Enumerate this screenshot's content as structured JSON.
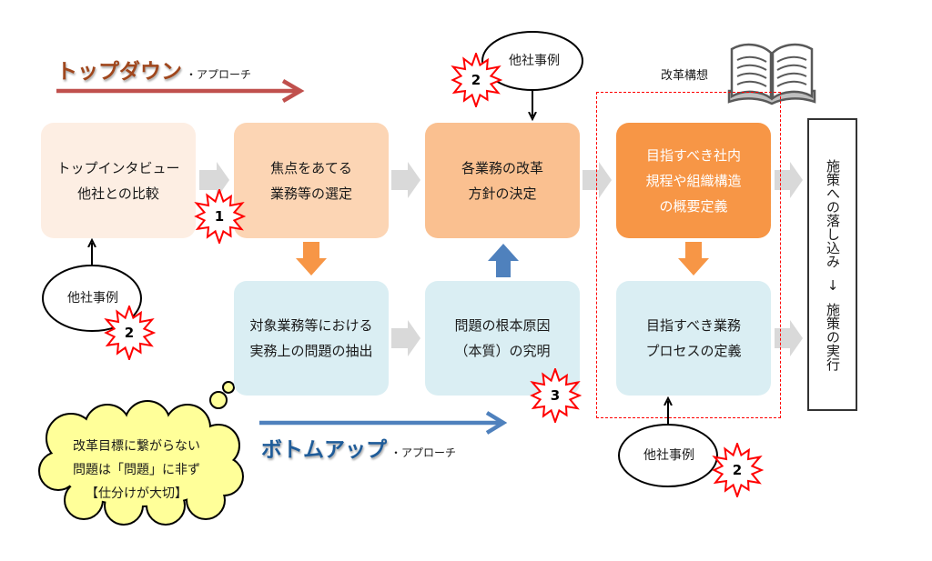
{
  "topdown": {
    "title": "トップダウン",
    "suffix": "・アプローチ"
  },
  "bottomup": {
    "title": "ボトムアップ",
    "suffix": "・アプローチ"
  },
  "steps": {
    "interview": [
      "トップインタビュー",
      "他社との比較"
    ],
    "select": [
      "焦点をあてる",
      "業務等の選定"
    ],
    "policy": [
      "各業務の改革",
      "方針の決定"
    ],
    "structure": [
      "目指すべき社内",
      "規程や組織構造",
      "の概要定義"
    ],
    "extract": [
      "対象業務等における",
      "実務上の問題の抽出"
    ],
    "rootcause": [
      "問題の根本原因",
      "（本質）の究明"
    ],
    "process": [
      "目指すべき業務",
      "プロセスの定義"
    ]
  },
  "vision_label": "改革構想",
  "implementation": {
    "line1": "施策への落し込み",
    "arrow": "↓",
    "line2": "施策の実行"
  },
  "case_studies": {
    "top": "他社事例",
    "left": "他社事例",
    "bottom": "他社事例"
  },
  "markers": {
    "top": "2",
    "one": "1",
    "left": "2",
    "three": "3",
    "bottom": "2"
  },
  "note": [
    "改革目標に繋がらない",
    "問題は「問題」に非ず",
    "【仕分けが大切】"
  ],
  "icons": {
    "vision": "open-book-icon"
  },
  "colors": {
    "topdown_title": "#a0471d",
    "bottomup_title": "#1f5c99",
    "topdown_arrow": "#c0504d",
    "bottomup_arrow": "#4f81bd",
    "box_interview": "#fdeee3",
    "box_select": "#fcd5b4",
    "box_policy": "#fac090",
    "box_structure": "#f79646",
    "box_bottom_row": "#daeef3",
    "flow_arrow": "#d9d9d9",
    "down_arrow": "#f79646",
    "up_arrow": "#4f81bd",
    "marker_outline": "#ff0000",
    "note_fill": "#ffff99",
    "vision_frame": "#ff0000"
  }
}
